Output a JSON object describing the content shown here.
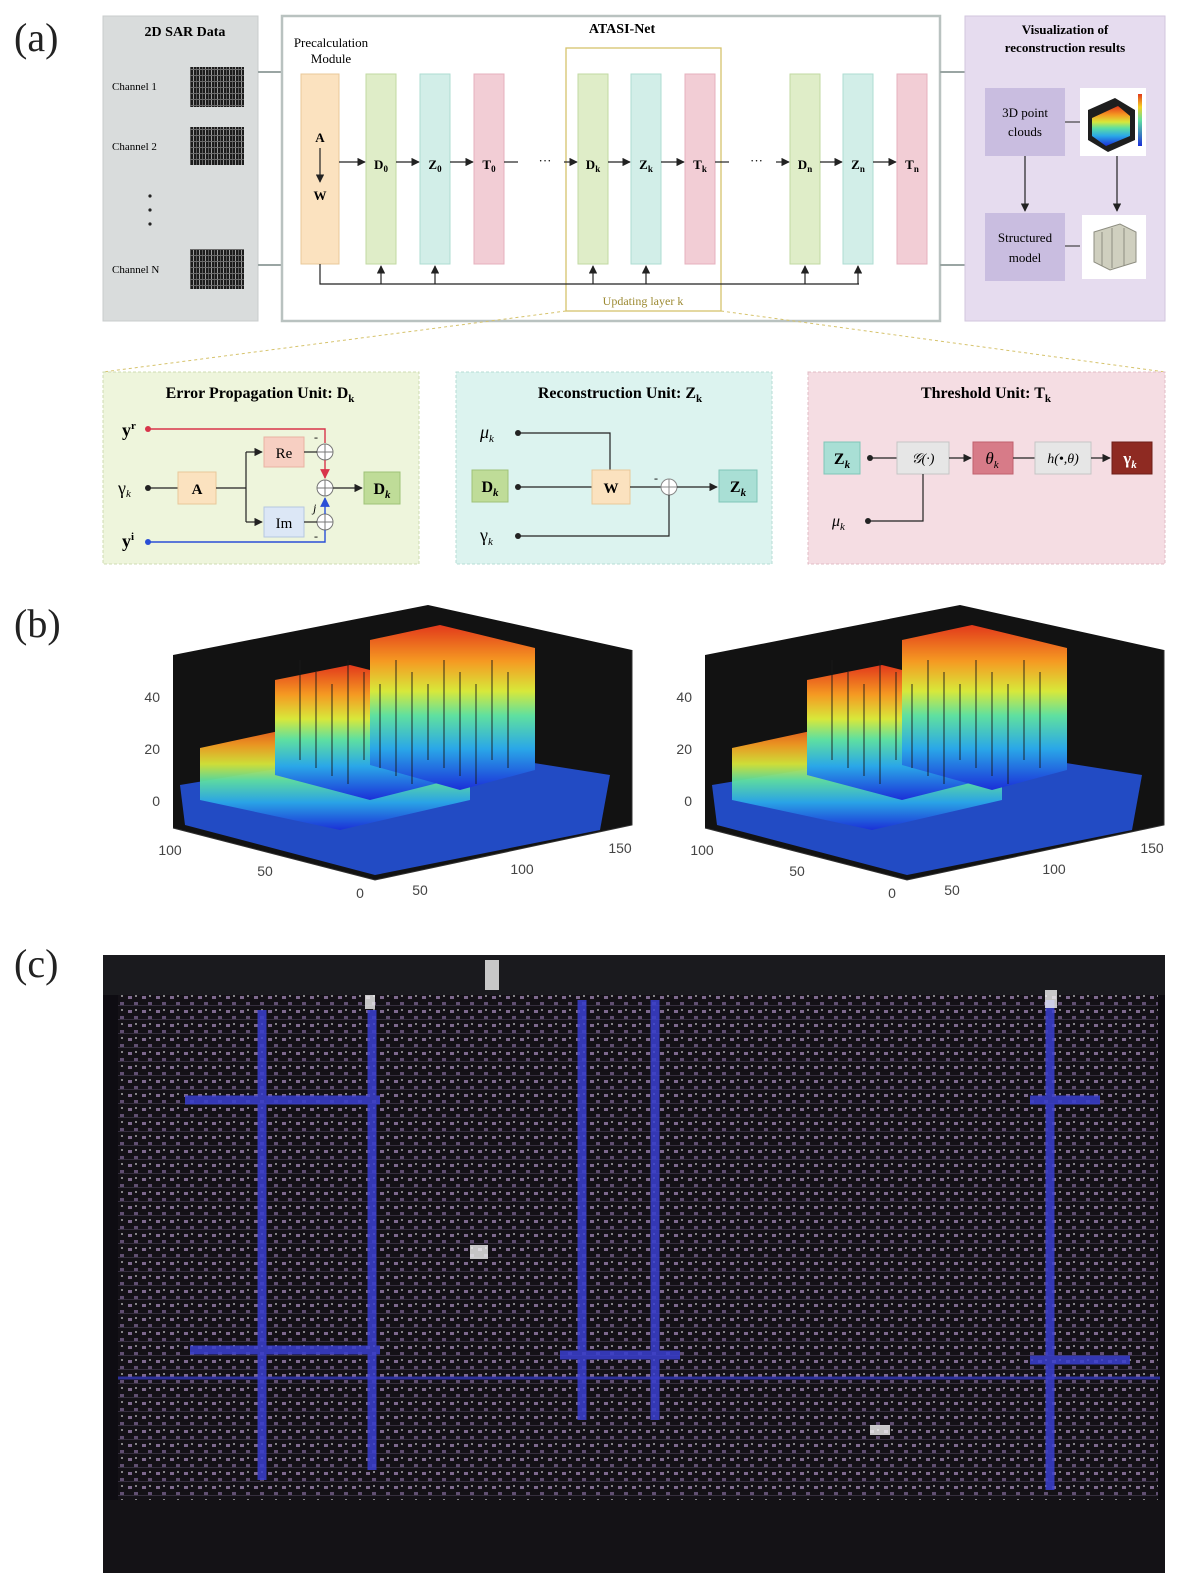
{
  "panels": {
    "a": "(a)",
    "b": "(b)",
    "c": "(c)"
  },
  "sar": {
    "title": "2D SAR Data",
    "channels": [
      "Channel 1",
      "Channel 2",
      "Channel N"
    ],
    "dots": "·\n·\n·"
  },
  "net": {
    "title": "ATASI-Net",
    "precalc_line1": "Precalculation",
    "precalc_line2": "Module",
    "precalc_top": "A",
    "precalc_bottom": "W",
    "layer_label": "Updating layer k",
    "ellipsis": "···",
    "blocks": [
      {
        "base": "D",
        "sub": "0"
      },
      {
        "base": "Z",
        "sub": "0"
      },
      {
        "base": "T",
        "sub": "0"
      },
      {
        "base": "D",
        "sub": "k"
      },
      {
        "base": "Z",
        "sub": "k"
      },
      {
        "base": "T",
        "sub": "k"
      },
      {
        "base": "D",
        "sub": "n"
      },
      {
        "base": "Z",
        "sub": "n"
      },
      {
        "base": "T",
        "sub": "n"
      }
    ]
  },
  "vis": {
    "title_line1": "Visualization of",
    "title_line2": "reconstruction results",
    "box1_line1": "3D point",
    "box1_line2": "clouds",
    "box2_line1": "Structured",
    "box2_line2": "model"
  },
  "units": {
    "error": {
      "title": "Error Propagation Unit: D",
      "title_sub": "k",
      "yr": "y",
      "yr_sup": "r",
      "yi": "y",
      "yi_sup": "i",
      "gamma": "γ",
      "gamma_sub": "k",
      "A": "A",
      "Re": "Re",
      "Im": "Im",
      "out": "D",
      "out_sub": "k",
      "minus1": "-",
      "minus2": "-",
      "j": "j"
    },
    "recon": {
      "title": "Reconstruction Unit: Z",
      "title_sub": "k",
      "mu": "μ",
      "mu_sub": "k",
      "D": "D",
      "D_sub": "k",
      "gamma": "γ",
      "gamma_sub": "k",
      "W": "W",
      "minus": "-",
      "out": "Z",
      "out_sub": "k"
    },
    "threshold": {
      "title": "Threshold Unit: T",
      "title_sub": "k",
      "Z": "Z",
      "Z_sub": "k",
      "G": "𝒢(·)",
      "theta": "θ",
      "theta_sub": "k",
      "h": "h(•,θ)",
      "gamma": "γ",
      "gamma_sub": "k",
      "mu": "μ",
      "mu_sub": "k"
    }
  },
  "plots3d": [
    {
      "z_ticks": [
        "40",
        "20",
        "0"
      ],
      "left_ticks": [
        "100",
        "50",
        "0"
      ],
      "right_ticks": [
        "50",
        "100",
        "150"
      ]
    },
    {
      "z_ticks": [
        "40",
        "20",
        "0"
      ],
      "left_ticks": [
        "100",
        "50",
        "0"
      ],
      "right_ticks": [
        "50",
        "100",
        "150"
      ]
    }
  ],
  "colors": {
    "sar_bg": "#d9dcdc",
    "net_border": "#b9c2c0",
    "vis_bg": "#e6dcef",
    "d_fill": "#dfedc8",
    "z_fill": "#d2eee8",
    "t_fill": "#f2cdd5",
    "precalc_fill": "#fbe2bf",
    "layer_border": "#d6c36c",
    "error_bg": "#eef5dc",
    "recon_bg": "#dcf3ef",
    "thresh_bg": "#f5dde3"
  }
}
